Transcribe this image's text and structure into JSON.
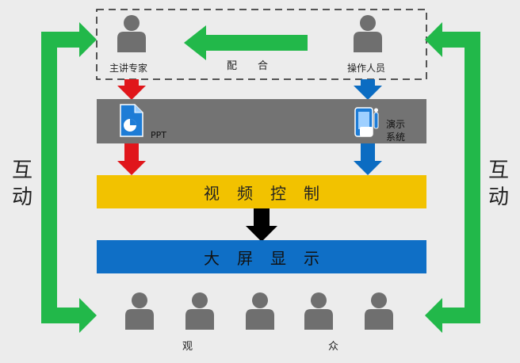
{
  "top": {
    "expert_label": "主讲专家",
    "operator_label": "操作人员",
    "cooperate_label": "配　　合"
  },
  "gray_band": {
    "ppt_label": "PPT",
    "demo_label_line1": "演示",
    "demo_label_line2": "系统"
  },
  "video_control": {
    "label": "视频控制"
  },
  "big_screen": {
    "label": "大屏显示"
  },
  "audience": {
    "label_left": "观",
    "label_right": "众"
  },
  "side": {
    "left_line1": "互",
    "left_line2": "动",
    "right_line1": "互",
    "right_line2": "动"
  },
  "colors": {
    "background": "#ececec",
    "person": "#6f6f6f",
    "gray_band": "#737373",
    "video_control": "#f2c200",
    "big_screen": "#0f6fc6",
    "green_arrow": "#22b84a",
    "red_arrow": "#e0161b",
    "blue_arrow": "#0b6cc2",
    "black_arrow": "#000000"
  },
  "icons": [
    "person-icon",
    "ppt-file-icon",
    "demo-system-icon"
  ]
}
